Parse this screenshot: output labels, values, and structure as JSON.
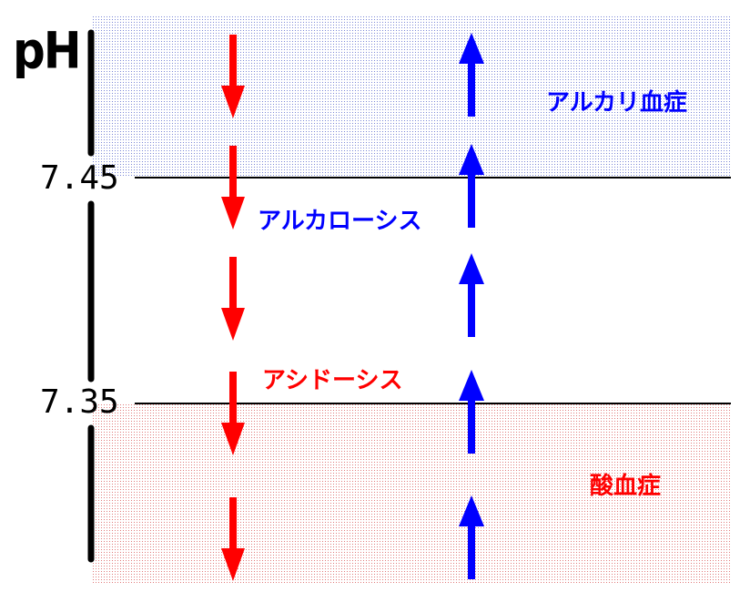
{
  "axis_label": "pH",
  "thresholds": {
    "upper": "7.45",
    "lower": "7.35"
  },
  "regions": {
    "alkalemia": "アルカリ血症",
    "alkalosis": "アルカローシス",
    "acidosis": "アシドーシス",
    "acidemia": "酸血症"
  },
  "colors": {
    "alkaline": "#0000ff",
    "acid": "#ff0000",
    "axis": "#000000",
    "alkaline_fill": "#c8d0f0",
    "acid_fill": "#f4c8c8"
  },
  "arrows": {
    "down_count": 5,
    "up_count": 5
  }
}
